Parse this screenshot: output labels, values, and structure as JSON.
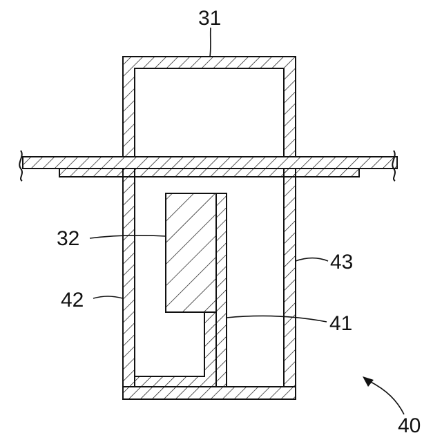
{
  "figure": {
    "labels": {
      "ref_31": "31",
      "ref_32": "32",
      "ref_42": "42",
      "ref_43": "43",
      "ref_41": "41",
      "ref_40": "40"
    }
  }
}
